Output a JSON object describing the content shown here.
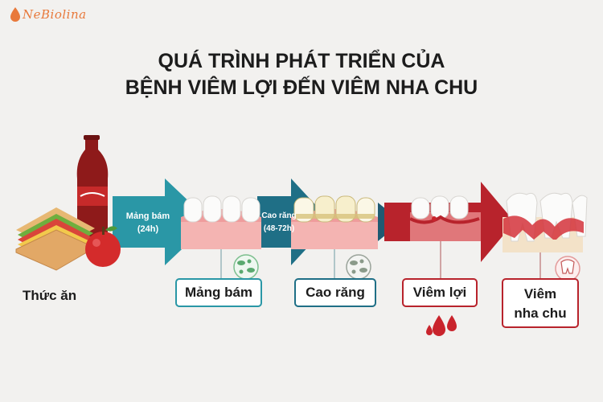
{
  "brand": {
    "name": "NeBiolina",
    "accent": "#e8793b"
  },
  "title": {
    "line1": "QUÁ TRÌNH PHÁT TRIỂN CỦA",
    "line2": "BỆNH VIÊM LỢI ĐẾN VIÊM NHA CHU"
  },
  "arrows": [
    {
      "line1": "Mảng bám",
      "line2": "(24h)",
      "color": "#2a97a6"
    },
    {
      "line1": "Cao răng",
      "line2": "(48-72h)",
      "color": "#1f6f86"
    },
    {
      "color": "#b8232c"
    }
  ],
  "stages": [
    {
      "label": "Thức ăn",
      "icon": "food-icon"
    },
    {
      "label": "Mảng bám",
      "icon": "bacteria-icon",
      "border": "#2a97a6"
    },
    {
      "label": "Cao răng",
      "icon": "bacteria-icon",
      "border": "#1f6f86"
    },
    {
      "label": "Viêm lợi",
      "icon": "blood-drop-icon",
      "border": "#b8232c"
    },
    {
      "line1": "Viêm",
      "line2": "nha chu",
      "icon": "tooth-icon",
      "border": "#b8232c"
    }
  ]
}
